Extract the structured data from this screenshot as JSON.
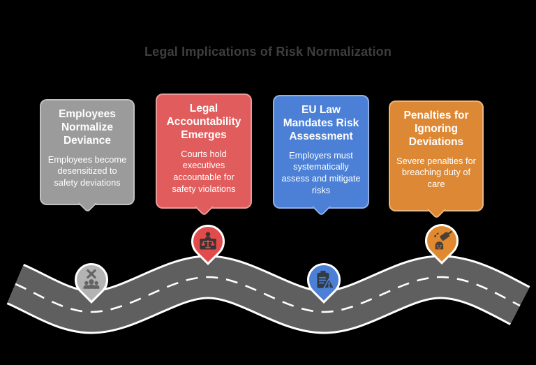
{
  "background_color": "#000000",
  "title": {
    "text": "Legal Implications of Risk Normalization",
    "color": "#3e3e3e"
  },
  "road": {
    "surface_color": "#5f5f5f",
    "edge_line_color": "#ffffff",
    "centerline_style": "dashed-white"
  },
  "cards": [
    {
      "heading": "Employees Normalize Deviance",
      "body": "Employees become desensitized to safety deviations",
      "card_color": "#9b9b9b",
      "pin_color": "#b3b3b3",
      "pin_icon": "people-x-icon"
    },
    {
      "heading": "Legal Accountability Emerges",
      "body": "Courts hold executives accountable for safety violations",
      "card_color": "#e15c5c",
      "pin_color": "#e14b4b",
      "pin_icon": "judge-scales-icon"
    },
    {
      "heading": "EU Law Mandates Risk Assessment",
      "body": "Employers must systematically assess and mitigate risks",
      "card_color": "#4b80d6",
      "pin_color": "#4b80d6",
      "pin_icon": "clipboard-warning-icon"
    },
    {
      "heading": "Penalties for Ignoring Deviations",
      "body": "Severe penalties for breaching duty of care",
      "card_color": "#dd8834",
      "pin_color": "#e0892f",
      "pin_icon": "gavel-icon"
    }
  ]
}
